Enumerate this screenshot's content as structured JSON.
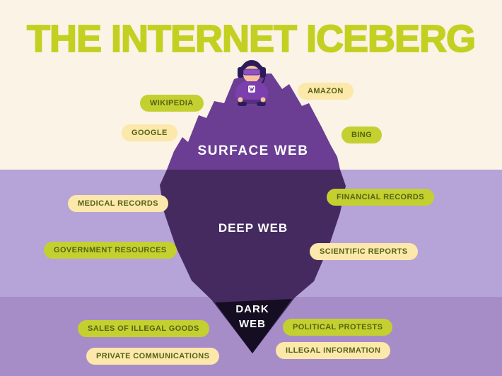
{
  "title": "THE INTERNET ICEBERG",
  "zones": {
    "surface": {
      "label": "SURFACE WEB"
    },
    "deep": {
      "label": "DEEP WEB"
    },
    "dark": {
      "line1": "DARK",
      "line2": "WEB"
    }
  },
  "pills": [
    {
      "id": "wikipedia",
      "label": "WIKIPEDIA",
      "style": "lime",
      "zone": "surface"
    },
    {
      "id": "amazon",
      "label": "AMAZON",
      "style": "cream",
      "zone": "surface"
    },
    {
      "id": "google",
      "label": "GOOGLE",
      "style": "cream",
      "zone": "surface"
    },
    {
      "id": "bing",
      "label": "BING",
      "style": "lime",
      "zone": "surface"
    },
    {
      "id": "medical-records",
      "label": "MEDICAL RECORDS",
      "style": "cream",
      "zone": "deep"
    },
    {
      "id": "financial-records",
      "label": "FINANCIAL RECORDS",
      "style": "lime",
      "zone": "deep"
    },
    {
      "id": "government-resources",
      "label": "GOVERNMENT RESOURCES",
      "style": "lime",
      "zone": "deep"
    },
    {
      "id": "scientific-reports",
      "label": "SCIENTIFIC REPORTS",
      "style": "cream",
      "zone": "deep"
    },
    {
      "id": "sales-of-illegal-goods",
      "label": "SALES OF ILLEGAL GOODS",
      "style": "lime",
      "zone": "dark"
    },
    {
      "id": "political-protests",
      "label": "POLITICAL PROTESTS",
      "style": "lime",
      "zone": "dark"
    },
    {
      "id": "private-communications",
      "label": "PRIVATE COMMUNICATIONS",
      "style": "cream",
      "zone": "dark"
    },
    {
      "id": "illegal-information",
      "label": "ILLEGAL INFORMATION",
      "style": "cream",
      "zone": "dark"
    }
  ],
  "icons": {
    "character": "support-agent-with-headset-icon"
  },
  "colors": {
    "title": "#c3d021",
    "band_top": "#faf3e6",
    "band_mid": "#b6a3d8",
    "band_bottom": "#a68dc8",
    "iceberg_surface": "#6b3e94",
    "iceberg_deep": "#452a60",
    "iceberg_dark": "#150d22",
    "pill_lime": "#c3d030",
    "pill_cream": "#fce8ab",
    "pill_text": "#556316",
    "zone_text": "#ffffff"
  }
}
